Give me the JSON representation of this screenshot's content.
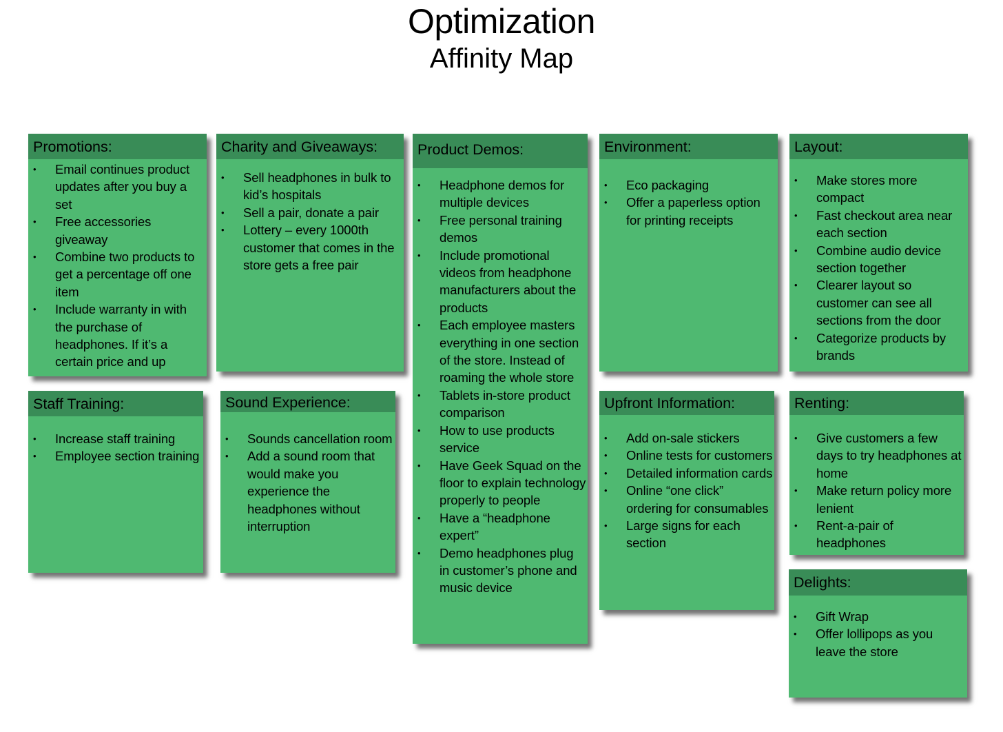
{
  "header": {
    "title": "Optimization",
    "subtitle": "Affinity Map"
  },
  "notes": {
    "promotions": {
      "title": "Promotions:",
      "items": [
        "Email continues product updates after you buy a set",
        "Free accessories giveaway",
        "Combine two products to get a percentage off one item",
        "Include warranty in with the purchase of headphones. If it’s a certain price and up"
      ]
    },
    "charity": {
      "title": "Charity and Giveaways:",
      "items": [
        "Sell headphones in bulk to kid’s hospitals",
        "Sell a pair, donate a pair",
        "Lottery – every 1000th customer that comes in the store gets a free pair"
      ]
    },
    "product_demos": {
      "title": "Product Demos:",
      "items": [
        "Headphone demos for multiple devices",
        "Free personal training demos",
        "Include promotional videos from headphone manufacturers about the products",
        "Each employee masters everything in one section of the store. Instead of roaming the whole store",
        "Tablets in-store product comparison",
        "How to use products service",
        "Have Geek Squad on the floor to explain technology properly to people",
        "Have a “headphone expert”",
        "Demo headphones plug in customer’s phone and music device"
      ]
    },
    "environment": {
      "title": "Environment:",
      "items": [
        "Eco packaging",
        "Offer a paperless option for printing receipts"
      ]
    },
    "layout": {
      "title": "Layout:",
      "items": [
        "Make stores more compact",
        "Fast checkout area near each section",
        "Combine audio device section together",
        "Clearer layout so customer can see all sections from the door",
        "Categorize products by brands"
      ]
    },
    "staff_training": {
      "title": "Staff Training:",
      "items": [
        "Increase staff training",
        "Employee section training"
      ]
    },
    "sound_experience": {
      "title": "Sound Experience:",
      "items": [
        "Sounds cancellation room",
        "Add a sound room that would make you experience the headphones without interruption"
      ]
    },
    "upfront_information": {
      "title": "Upfront Information:",
      "items": [
        "Add on-sale stickers",
        "Online tests for customers",
        "Detailed information cards",
        "Online “one click” ordering for consumables",
        "Large signs for each section"
      ]
    },
    "renting": {
      "title": "Renting:",
      "items": [
        "Give customers a few days to try headphones at home",
        "Make return policy more lenient",
        "Rent-a-pair of headphones"
      ]
    },
    "delights": {
      "title": "Delights:",
      "items": [
        "Gift Wrap",
        "Offer lollipops as you leave the store"
      ]
    }
  }
}
